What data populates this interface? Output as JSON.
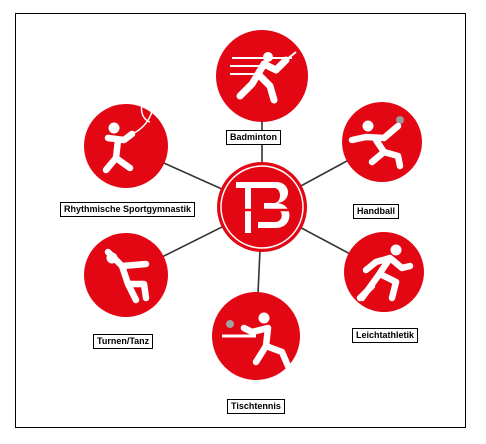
{
  "logo": {
    "text": "TB",
    "brand_color": "#e30613"
  },
  "sports": {
    "badminton": {
      "label": "Badminton",
      "icon": "badminton-player-icon"
    },
    "handball": {
      "label": "Handball",
      "icon": "handball-player-icon"
    },
    "leichtathletik": {
      "label": "Leichtathletik",
      "icon": "sprinter-icon"
    },
    "tischtennis": {
      "label": "Tischtennis",
      "icon": "table-tennis-player-icon"
    },
    "turnen": {
      "label": "Turnen/Tanz",
      "icon": "gymnast-icon"
    },
    "rsg": {
      "label": "Rhythmische Sportgymnastik",
      "icon": "ribbon-gymnast-icon"
    }
  },
  "colors": {
    "red": "#e30613",
    "line": "#333333",
    "white": "#ffffff"
  }
}
